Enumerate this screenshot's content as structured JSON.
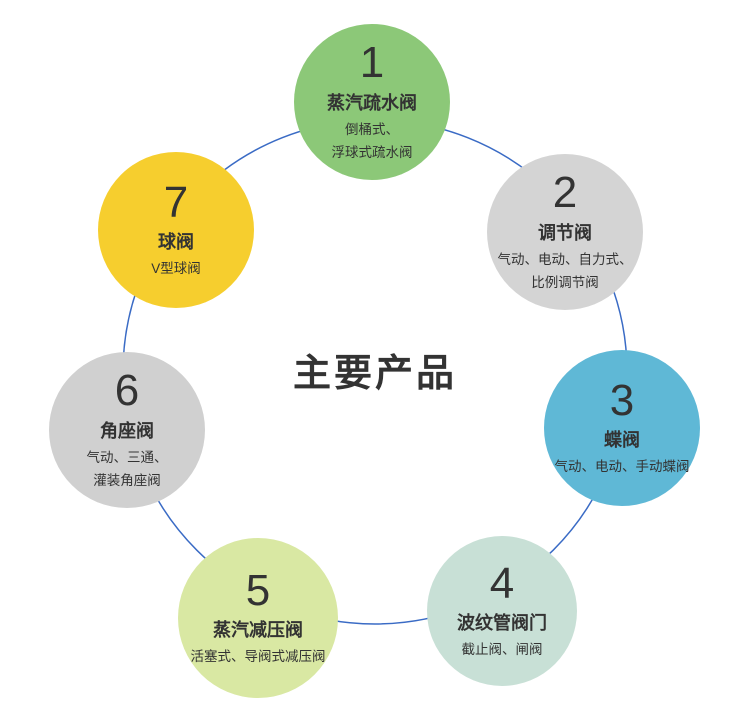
{
  "center_title": "主要产品",
  "ring": {
    "color": "#3a6bc5"
  },
  "items": [
    {
      "number": "1",
      "title": "蒸汽疏水阀",
      "subtitle_lines": [
        "倒桶式、",
        "浮球式疏水阀"
      ],
      "color": "#8cc878"
    },
    {
      "number": "2",
      "title": "调节阀",
      "subtitle_lines": [
        "气动、电动、自力式、",
        "比例调节阀"
      ],
      "color": "#d4d4d4"
    },
    {
      "number": "3",
      "title": "蝶阀",
      "subtitle_lines": [
        "气动、电动、手动蝶阀"
      ],
      "color": "#5fb8d6"
    },
    {
      "number": "4",
      "title": "波纹管阀门",
      "subtitle_lines": [
        "截止阀、闸阀"
      ],
      "color": "#c8e0d6"
    },
    {
      "number": "5",
      "title": "蒸汽减压阀",
      "subtitle_lines": [
        "活塞式、导阀式减压阀"
      ],
      "color": "#d9e8a3"
    },
    {
      "number": "6",
      "title": "角座阀",
      "subtitle_lines": [
        "气动、三通、",
        "灌装角座阀"
      ],
      "color": "#d0d0d0"
    },
    {
      "number": "7",
      "title": "球阀",
      "subtitle_lines": [
        "V型球阀"
      ],
      "color": "#f6ce2e"
    }
  ]
}
